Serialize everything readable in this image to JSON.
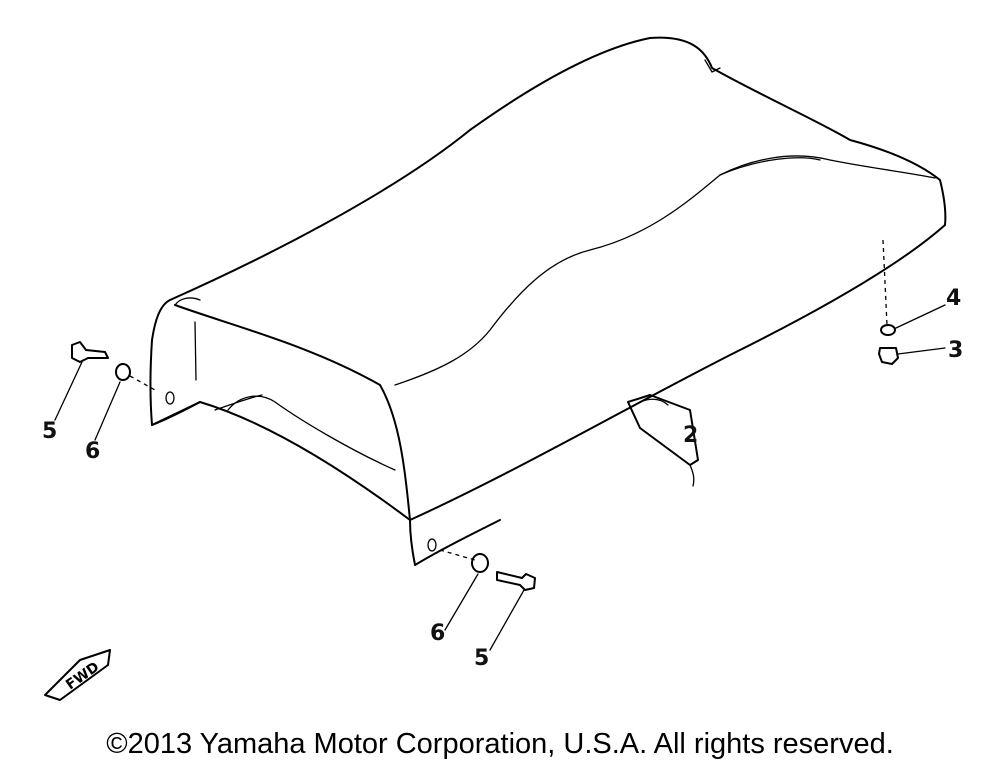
{
  "diagram": {
    "callouts": {
      "part_2": "2",
      "part_3": "3",
      "part_4": "4",
      "part_5_left": "5",
      "part_6_left": "6",
      "part_6_bottom": "6",
      "part_5_bottom": "5"
    },
    "front_marker": "FWD",
    "copyright": "©2013 Yamaha Motor Corporation, U.S.A. All rights reserved."
  }
}
